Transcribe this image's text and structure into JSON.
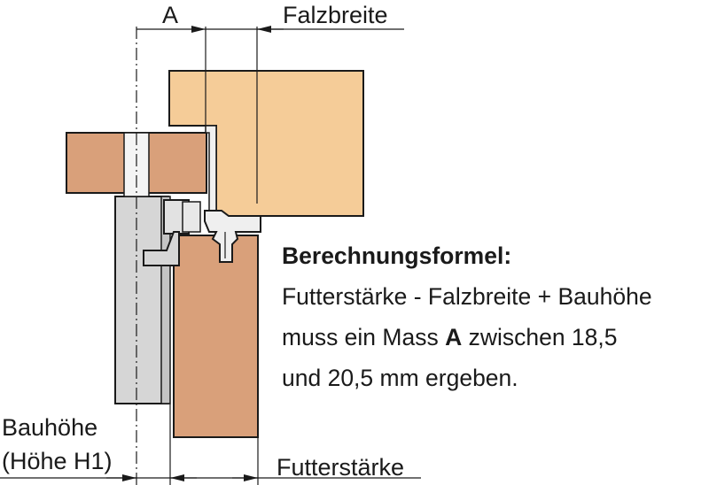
{
  "labels": {
    "a": "A",
    "falzbreite": "Falzbreite",
    "bauhoehe": "Bauhöhe",
    "hoehe_h1": "(Höhe H1)",
    "futterstaerke": "Futterstärke"
  },
  "formula": {
    "title": "Berechnungsformel:",
    "line1": "Futterstärke - Falzbreite + Bauhöhe",
    "line2_pre": "muss ein Mass ",
    "line2_bold": "A",
    "line2_post": " zwischen 18,5",
    "line3": "und 20,5 mm ergeben."
  },
  "colors": {
    "door_leaf": "#f5cc98",
    "frame_wood": "#d9a07a",
    "hinge_metal": "#d6d6d6",
    "seal": "#f0f0f0",
    "outline": "#1a1a1a"
  }
}
